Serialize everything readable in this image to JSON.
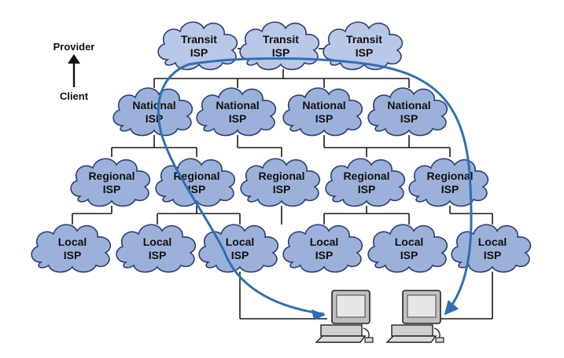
{
  "legend": {
    "top": "Provider",
    "bottom": "Client"
  },
  "labels": {
    "transit": [
      "Transit",
      "ISP"
    ],
    "national": [
      "National",
      "ISP"
    ],
    "regional": [
      "Regional",
      "ISP"
    ],
    "local": [
      "Local",
      "ISP"
    ]
  },
  "tiers": {
    "transit": 3,
    "national": 4,
    "regional": 5,
    "local": 6
  },
  "colors": {
    "cloud_fill": "#9cb1d9",
    "cloud_fill_light": "#b9c8e6",
    "cloud_stroke": "#2c3f73",
    "path_arrow": "#2f6fb3",
    "line": "#1a1a1a"
  },
  "icons": [
    "computer-icon",
    "computer-icon"
  ]
}
